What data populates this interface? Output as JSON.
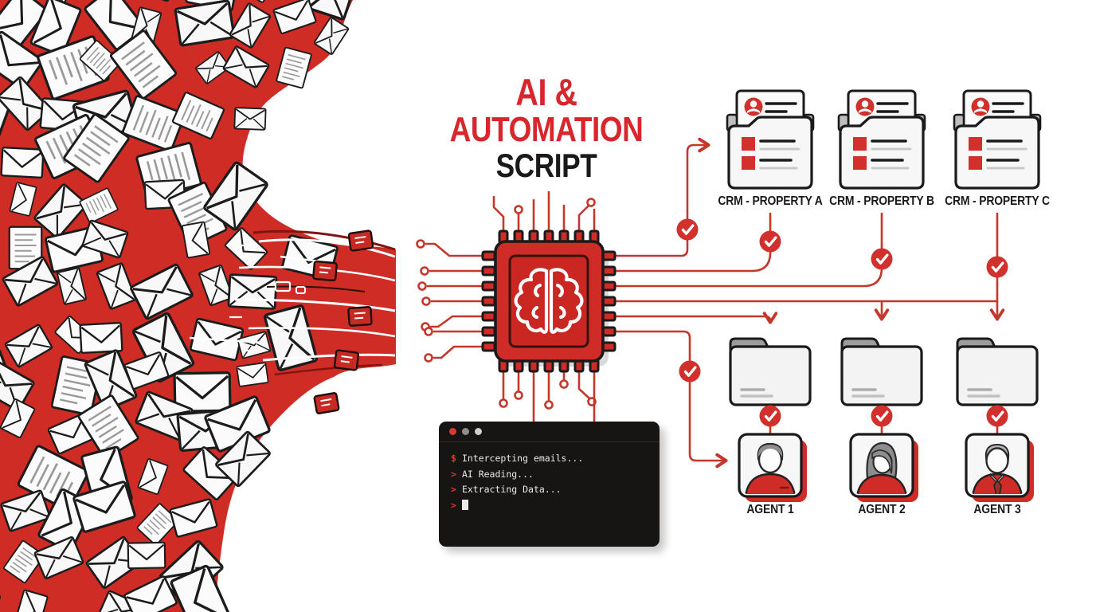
{
  "title": {
    "line1": "AI &",
    "line2": "AUTOMATION",
    "line3": "SCRIPT"
  },
  "flow": {
    "crm_items": [
      {
        "label": "CRM - PROPERTY A"
      },
      {
        "label": "CRM - PROPERTY B"
      },
      {
        "label": "CRM - PROPERTY C"
      }
    ],
    "agent_items": [
      {
        "label": "AGENT 1"
      },
      {
        "label": "AGENT 2"
      },
      {
        "label": "AGENT 3"
      }
    ],
    "folder_count": 3,
    "check_badge_count": 8
  },
  "terminal": {
    "window_dots": [
      "red",
      "gray",
      "light-gray"
    ],
    "lines": [
      {
        "prompt": "$",
        "text": "Intercepting emails..."
      },
      {
        "prompt": ">",
        "text": "AI Reading..."
      },
      {
        "prompt": ">",
        "text": "Extracting Data..."
      },
      {
        "prompt": ">",
        "text": ""
      }
    ]
  },
  "icons": {
    "center": "chip-with-brain",
    "left": "pile-of-envelopes-and-documents",
    "right_top": "crm-contact-cards",
    "right_middle": "folders",
    "right_bottom": "agent-portraits",
    "badges": "red-check-circles"
  },
  "colors": {
    "accent_red": "#cf2b27",
    "line_red": "#c5362b",
    "title_red": "#d8262c",
    "ink": "#1a1a1a",
    "terminal_bg": "#171514",
    "terminal_text": "#e9e9e9",
    "folder_gray": "#9c9c9c",
    "paper_white": "#f7f7f7"
  }
}
